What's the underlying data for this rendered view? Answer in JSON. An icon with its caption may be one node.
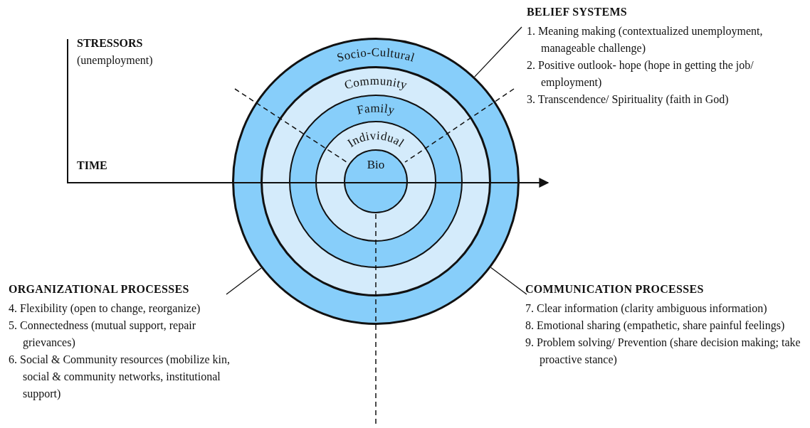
{
  "diagram": {
    "nodes": [
      {
        "text": [
          "Socio-Cultural"
        ]
      },
      {
        "text": [
          "Community"
        ],
        "in": 0
      },
      {
        "text": [
          "Family"
        ],
        "in": 1
      },
      {
        "text": [
          "Individual"
        ],
        "in": 2
      },
      {
        "text": [
          "Bio"
        ],
        "in": 3
      },
      {
        "text": [
          "BELIEF SYSTEMS",
          "1. Meaning making (contextualized unemployment, manageable challenge)",
          "2. Positive outlook- hope (hope in getting the job/ employment)",
          "3. Transcendence/ Spirituality (faith in God)"
        ]
      },
      {
        "text": [
          "ORGANIZATIONAL PROCESSES",
          "4. Flexibility (open to change, reorganize)",
          "5. Connectedness (mutual support, repair grievances)",
          "6. Social & Community resources (mobilize kin, social & community networks, institutional support)"
        ]
      },
      {
        "text": [
          "COMMUNICATION PROCESSES",
          "7. Clear information (clarity ambiguous information)",
          "8. Emotional sharing (empathetic, share painful feelings)",
          "9. Problem solving/ Prevention (share decision making; take proactive stance)"
        ]
      }
    ],
    "edges": [
      {
        "from": 5,
        "to": 0,
        "arrow": "none"
      },
      {
        "from": 6,
        "to": 0,
        "arrow": "none"
      },
      {
        "from": 7,
        "to": 0,
        "arrow": "none"
      }
    ],
    "labels": [
      "STRESSORS",
      "(unemployment)",
      "TIME"
    ]
  }
}
